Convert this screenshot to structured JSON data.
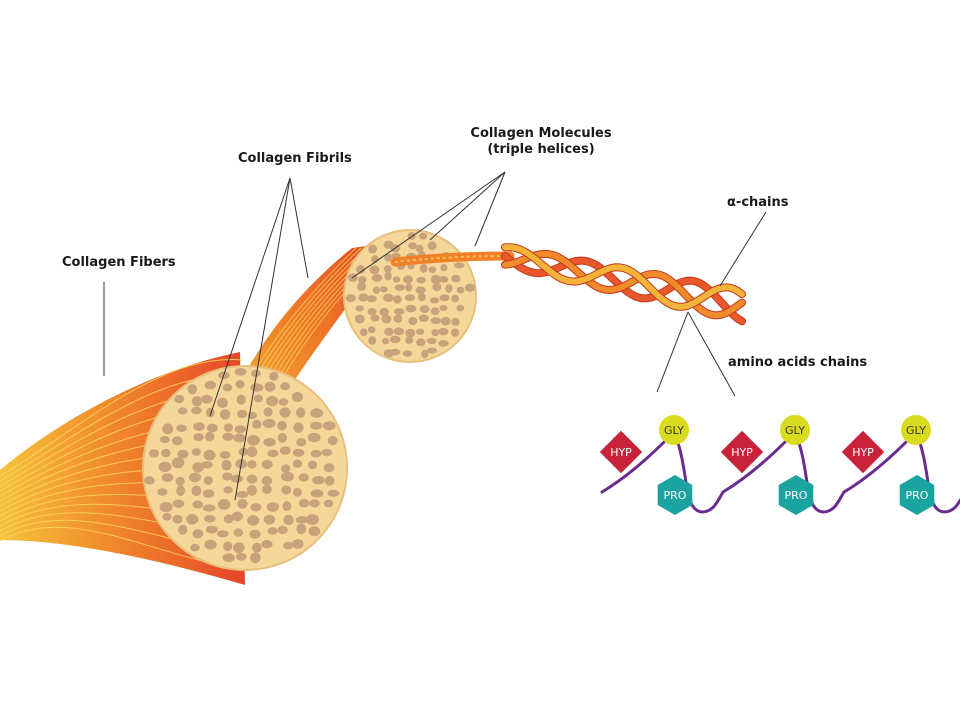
{
  "labels": {
    "collagen_fibers": "Collagen Fibers",
    "collagen_fibrils": "Collagen Fibrils",
    "collagen_molecules_line1": "Collagen Molecules",
    "collagen_molecules_line2": "(triple helices)",
    "alpha_chains": "α-chains",
    "amino_acids_chains": "amino acids chains"
  },
  "amino_acid_units": [
    {
      "hyp": "HYP",
      "gly": "GLY",
      "pro": "PRO"
    },
    {
      "hyp": "HYP",
      "gly": "GLY",
      "pro": "PRO"
    },
    {
      "hyp": "HYP",
      "gly": "GLY",
      "pro": "PRO"
    }
  ],
  "colors": {
    "fiber_red": "#e8402a",
    "fiber_orange": "#f07a20",
    "fiber_yellow": "#f6c23a",
    "cross_section_fill": "#f6d79a",
    "cross_section_dots": "#c8a27a",
    "hyp_red": "#c8233b",
    "gly_yellow": "#d9dc1e",
    "pro_teal": "#1ba3a0",
    "backbone_purple": "#6a2c8f"
  }
}
